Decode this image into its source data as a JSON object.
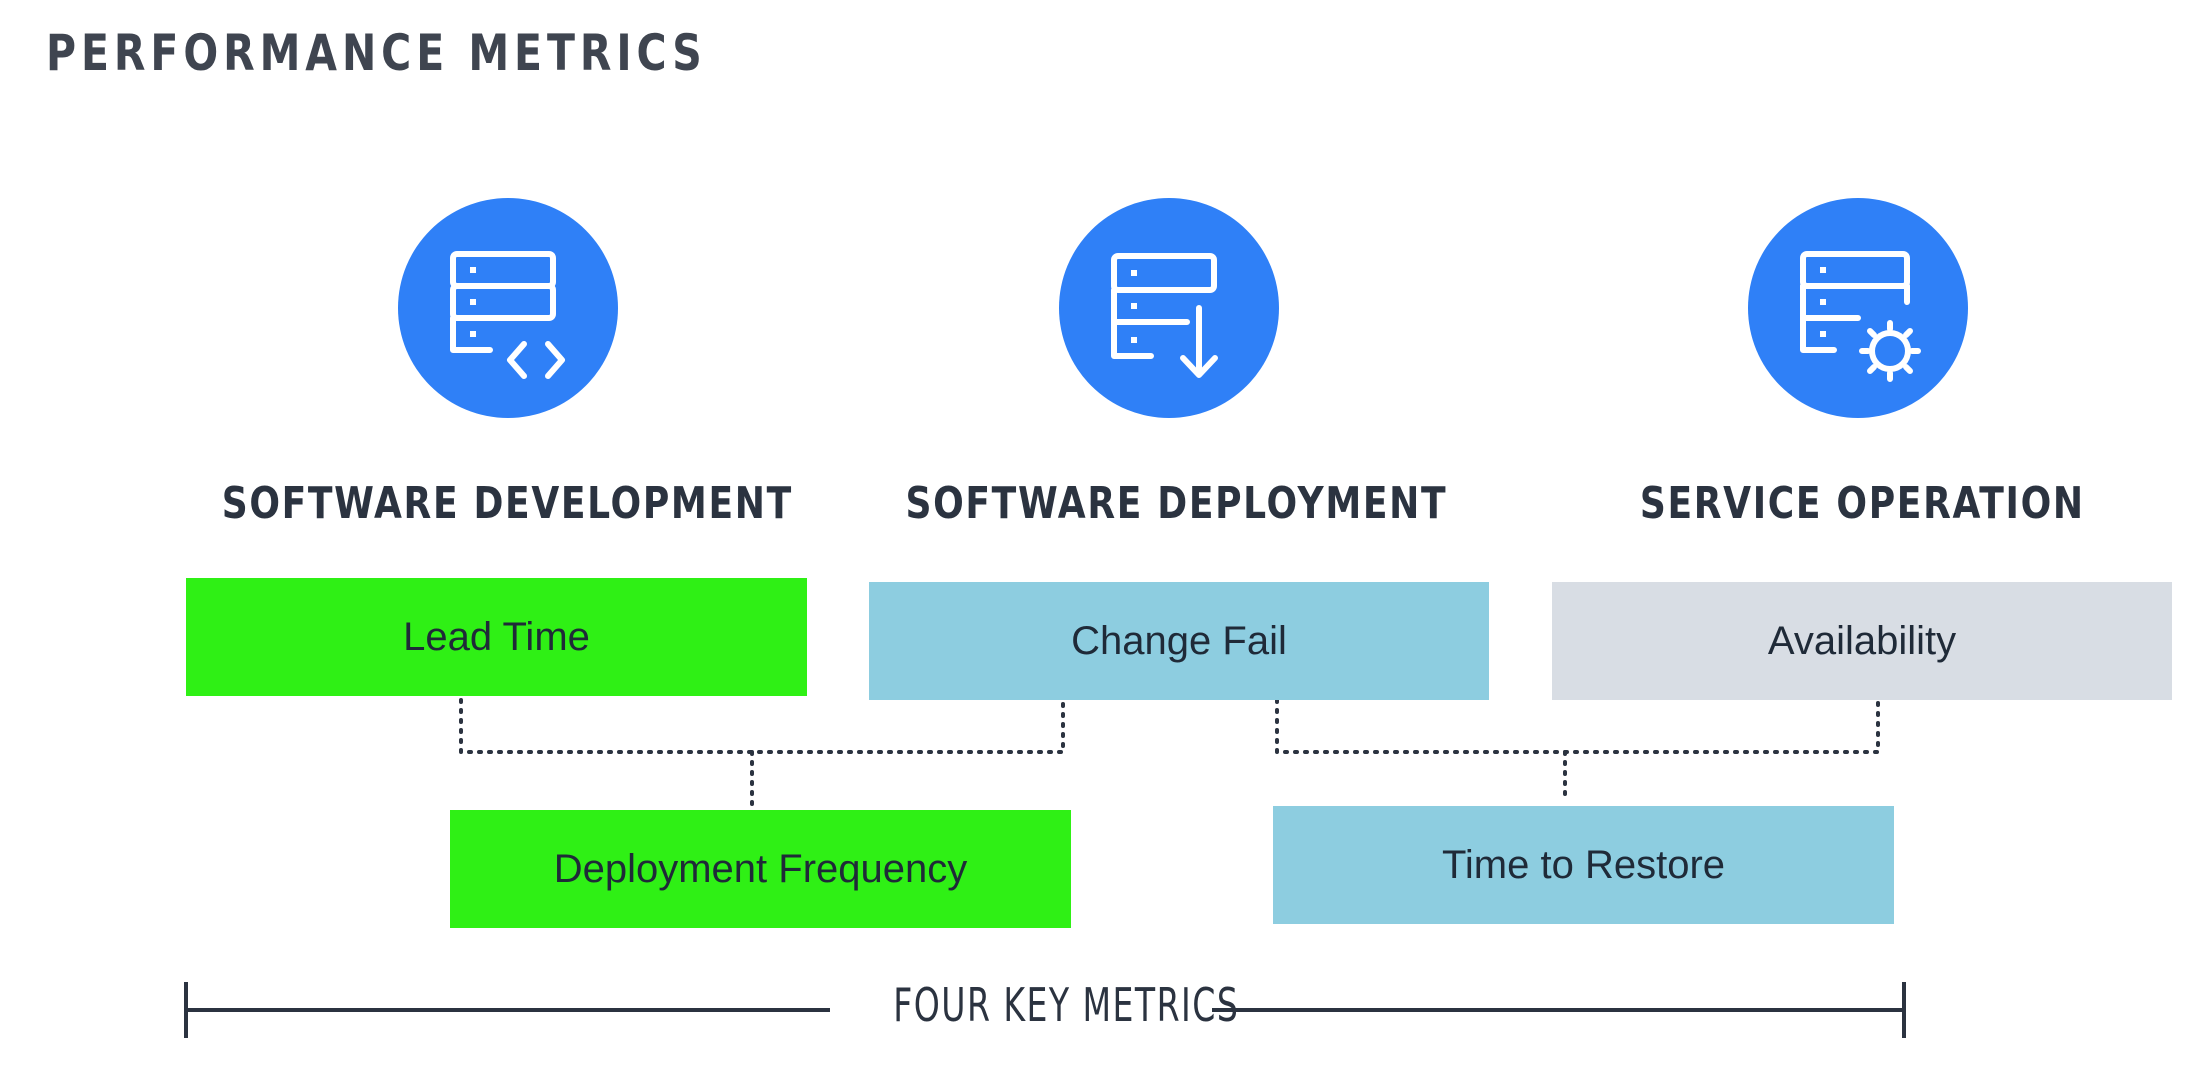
{
  "title": "PERFORMANCE METRICS",
  "categories": [
    {
      "heading": "SOFTWARE DEVELOPMENT",
      "icon": "server-code-icon"
    },
    {
      "heading": "SOFTWARE DEPLOYMENT",
      "icon": "server-download-icon"
    },
    {
      "heading": "SERVICE OPERATION",
      "icon": "server-settings-icon"
    }
  ],
  "metrics": {
    "lead_time": "Lead Time",
    "change_fail": "Change Fail",
    "availability": "Availability",
    "deployment_frequency": "Deployment Frequency",
    "time_to_restore": "Time to Restore"
  },
  "bracket_label": "FOUR KEY METRICS",
  "colors": {
    "accent_blue": "#2f80f7",
    "green": "#2ff015",
    "light_blue": "#8dcde0",
    "grey": "#d8dde4",
    "text_dark": "#2b3340"
  }
}
